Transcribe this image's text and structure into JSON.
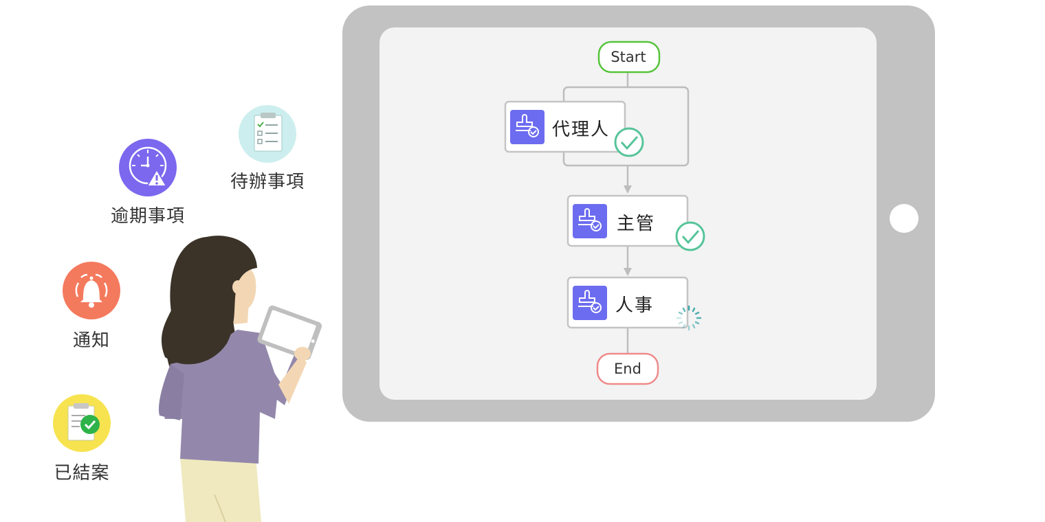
{
  "side_icons": [
    {
      "id": "todo",
      "label": "待辦事項",
      "icon": "clipboard-list-icon",
      "color": "#cdeeee"
    },
    {
      "id": "overdue",
      "label": "逾期事項",
      "icon": "clock-warning-icon",
      "color": "#7b68ee"
    },
    {
      "id": "notify",
      "label": "通知",
      "icon": "bell-icon",
      "color": "#f47a5e"
    },
    {
      "id": "closed",
      "label": "已結案",
      "icon": "clipboard-check-icon",
      "color": "#f7e34f"
    }
  ],
  "flow": {
    "start": "Start",
    "end": "End",
    "steps": [
      {
        "label": "代理人",
        "status": "approved",
        "icon": "stamp-icon"
      },
      {
        "label": "主管",
        "status": "approved",
        "icon": "stamp-icon"
      },
      {
        "label": "人事",
        "status": "pending",
        "icon": "stamp-icon"
      }
    ]
  },
  "colors": {
    "start_border": "#55c43a",
    "end_border": "#ef8a8a",
    "step_icon_bg": "#6c6cf0",
    "approved_check": "#56c49a",
    "pending_spinner": "#3aa6a6",
    "tablet_frame": "#c2c2c2",
    "tablet_screen": "#f3f3f3"
  }
}
